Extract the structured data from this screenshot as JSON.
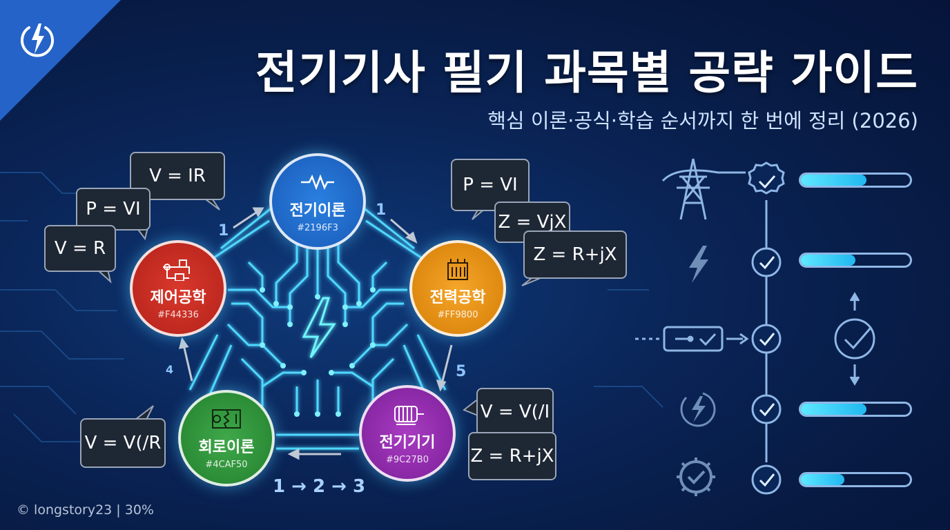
{
  "header": {
    "title": "전기기사 필기 과목별 공략 가이드",
    "subtitle": "핵심 이론·공식·학습 순서까지 한 번에 정리 (2026)"
  },
  "subjects": [
    {
      "name": "전기이론",
      "hex": "#2196F3",
      "icon": "resistor-icon"
    },
    {
      "name": "전력공학",
      "hex": "#FF9800",
      "icon": "transformer-icon"
    },
    {
      "name": "전기기기",
      "hex": "#9C27B0",
      "icon": "motor-icon"
    },
    {
      "name": "회로이론",
      "hex": "#4CAF50",
      "icon": "circuit-icon"
    },
    {
      "name": "제어공학",
      "hex": "#F44336",
      "icon": "control-circuit-icon"
    }
  ],
  "bubbles": {
    "top_left_1": "V = IR",
    "top_left_2": "P = VI",
    "top_left_3": "V = R",
    "top_right_1": "P = VI",
    "top_right_2": "Z = VjX",
    "top_right_3": "Z = R+jX",
    "bottom_left": "V = V(/R",
    "bottom_right_1": "V = V(/I",
    "bottom_right_2": "Z = R+jX"
  },
  "step_numbers": {
    "left_top": "1",
    "right_top": "1",
    "right_bottom": "5",
    "left_bottom": "4"
  },
  "sequence": "1 → 2 → 3",
  "credit": "© longstory23 | 30%",
  "checklist": {
    "progress": [
      0.6,
      0.5,
      0.6,
      0.4
    ],
    "icons": [
      "power-tower-icon",
      "lightning-icon",
      "input-check-icon",
      "lightning-circle-icon",
      "gear-check-icon"
    ]
  },
  "colors": {
    "accent": "#2563c9",
    "circuit": "#4fd8ff",
    "progress_fill": "#35d0f5"
  }
}
